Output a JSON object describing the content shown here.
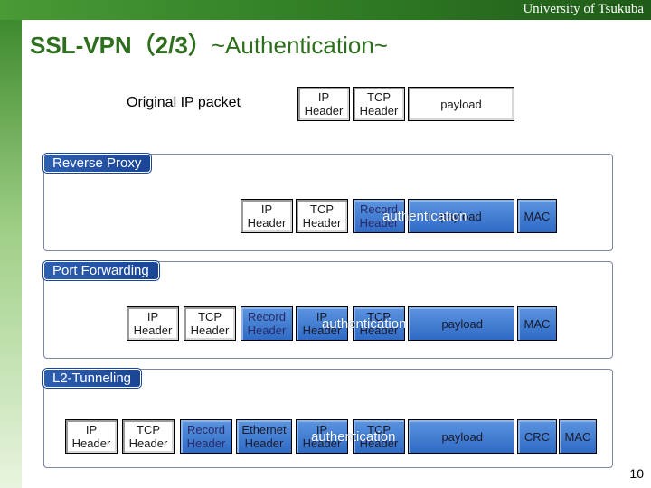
{
  "header": {
    "university": "University of Tsukuba"
  },
  "title": {
    "main": "SSL-VPN（2/3）",
    "sub": "~Authentication~"
  },
  "original": {
    "label": "Original  IP packet",
    "ip": "IP Header",
    "tcp": "TCP Header",
    "payload": "payload"
  },
  "reverse_proxy": {
    "label": "Reverse Proxy",
    "ip": "IP Header",
    "tcp": "TCP Header",
    "record": "Record Header",
    "payload": "payload",
    "auth": "authentication",
    "mac": "MAC"
  },
  "port_forwarding": {
    "label": "Port Forwarding",
    "ip": "IP Header",
    "tcp": "TCP Header",
    "record": "Record Header",
    "inner_ip": "IP Header",
    "inner_tcp": "TCP Header",
    "payload": "payload",
    "auth": "authentication",
    "mac": "MAC"
  },
  "l2_tunneling": {
    "label": "L2-Tunneling",
    "ip": "IP Header",
    "tcp": "TCP Header",
    "record": "Record Header",
    "ethernet": "Ethernet Header",
    "inner_ip": "IP Header",
    "inner_tcp": "TCP Header",
    "payload": "payload",
    "auth": "authentication",
    "crc": "CRC",
    "mac": "MAC"
  },
  "page_number": "10",
  "colors": {
    "green_dark": "#2e6f1e",
    "blue": "#2f6ac6",
    "tag_blue": "#1b4596"
  }
}
